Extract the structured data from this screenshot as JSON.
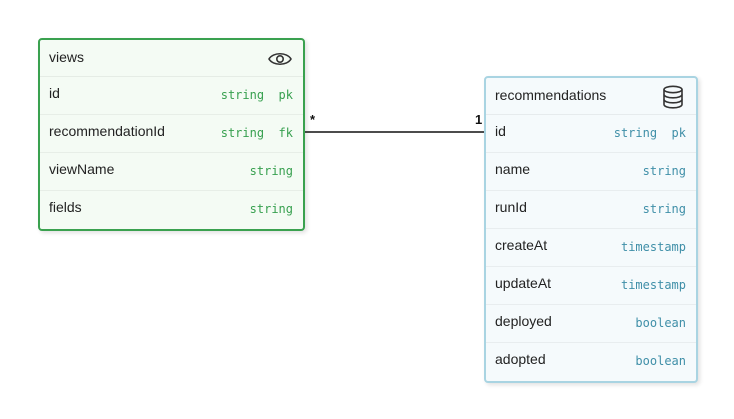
{
  "tables": {
    "views": {
      "name": "views",
      "icon": "eye-icon",
      "fields": [
        {
          "name": "id",
          "type": "string",
          "key": "pk"
        },
        {
          "name": "recommendationId",
          "type": "string",
          "key": "fk"
        },
        {
          "name": "viewName",
          "type": "string",
          "key": ""
        },
        {
          "name": "fields",
          "type": "string",
          "key": ""
        }
      ]
    },
    "recommendations": {
      "name": "recommendations",
      "icon": "database-icon",
      "fields": [
        {
          "name": "id",
          "type": "string",
          "key": "pk"
        },
        {
          "name": "name",
          "type": "string",
          "key": ""
        },
        {
          "name": "runId",
          "type": "string",
          "key": ""
        },
        {
          "name": "createAt",
          "type": "timestamp",
          "key": ""
        },
        {
          "name": "updateAt",
          "type": "timestamp",
          "key": ""
        },
        {
          "name": "deployed",
          "type": "boolean",
          "key": ""
        },
        {
          "name": "adopted",
          "type": "boolean",
          "key": ""
        }
      ]
    }
  },
  "relationship": {
    "from": "views.recommendationId",
    "to": "recommendations.id",
    "from_cardinality": "*",
    "to_cardinality": "1"
  },
  "colors": {
    "views_border": "#3aa14f",
    "views_type": "#37a04f",
    "recommendations_border": "#a9d4e2",
    "recommendations_type": "#3f8fa8"
  }
}
